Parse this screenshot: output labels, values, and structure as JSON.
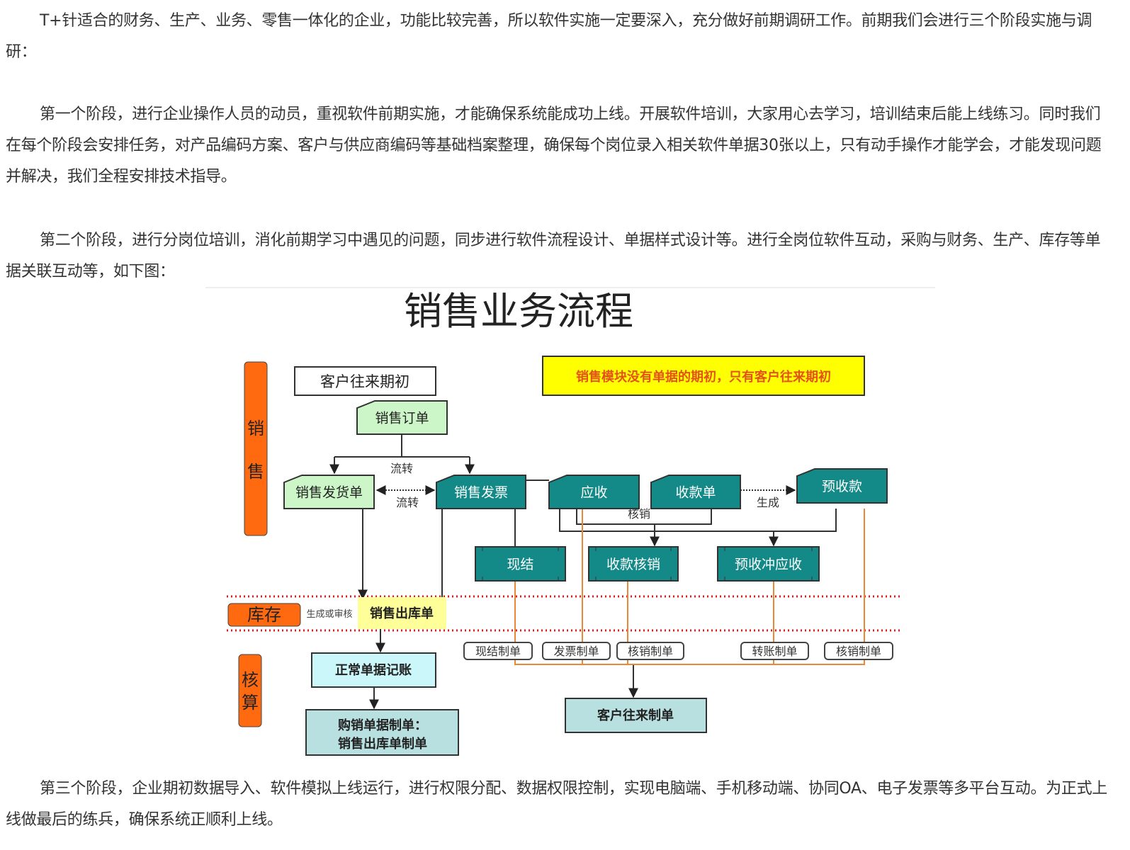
{
  "paragraphs": [
    "T+针适合的财务、生产、业务、零售一体化的企业，功能比较完善，所以软件实施一定要深入，充分做好前期调研工作。前期我们会进行三个阶段实施与调研：",
    "第一个阶段，进行企业操作人员的动员，重视软件前期实施，才能确保系统能成功上线。开展软件培训，大家用心去学习，培训结束后能上线练习。同时我们在每个阶段会安排任务，对产品编码方案、客户与供应商编码等基础档案整理，确保每个岗位录入相关软件单据30张以上，只有动手操作才能学会，才能发现问题并解决，我们全程安排技术指导。",
    "第二个阶段，进行分岗位培训，消化前期学习中遇见的问题，同步进行软件流程设计、单据样式设计等。进行全岗位软件互动，采购与财务、生产、库存等单据关联互动等，如下图：",
    "第三个阶段，企业期初数据导入、软件模拟上线运行，进行权限分配、数据权限控制，实现电脑端、手机移动端、协同OA、电子发票等多平台互动。为正式上线做最后的练兵，确保系统正顺利上线。"
  ],
  "diagram": {
    "title": "销售业务流程",
    "note": "销售模块没有单据的期初，只有客户往来期初",
    "lanes": {
      "sales_1": "销",
      "sales_2": "售",
      "stock": "库存",
      "acct_1": "核",
      "acct_2": "算"
    },
    "nodes": {
      "customer_opening": "客户往来期初",
      "sales_order": "销售订单",
      "delivery": "销售发货单",
      "invoice": "销售发票",
      "receivable": "应收",
      "receipt": "收款单",
      "prepayment": "预收款",
      "cash_settle": "现结",
      "receipt_writeoff": "收款核销",
      "prepay_offset": "预收冲应收",
      "outbound": "销售出库单",
      "normal_posting": "正常单据记账",
      "voucher_1": "购销单据制单：",
      "voucher_2": "销售出库单制单",
      "customer_voucher": "客户往来制单"
    },
    "vouchers": [
      "现结制单",
      "发票制单",
      "核销制单",
      "转账制单",
      "核销制单"
    ],
    "edge_labels": {
      "flow1": "流转",
      "flow2": "流转",
      "writeoff": "核销",
      "generate": "生成",
      "gen_or_audit": "生成或审核"
    },
    "colors": {
      "teal": "#138a87",
      "light_green": "#ccf5c8",
      "orange": "#ff6a10",
      "yellow": "#ffff00",
      "note_text": "#e4521b",
      "orange_line": "#e8893a",
      "dotted_red": "#d42020"
    }
  }
}
